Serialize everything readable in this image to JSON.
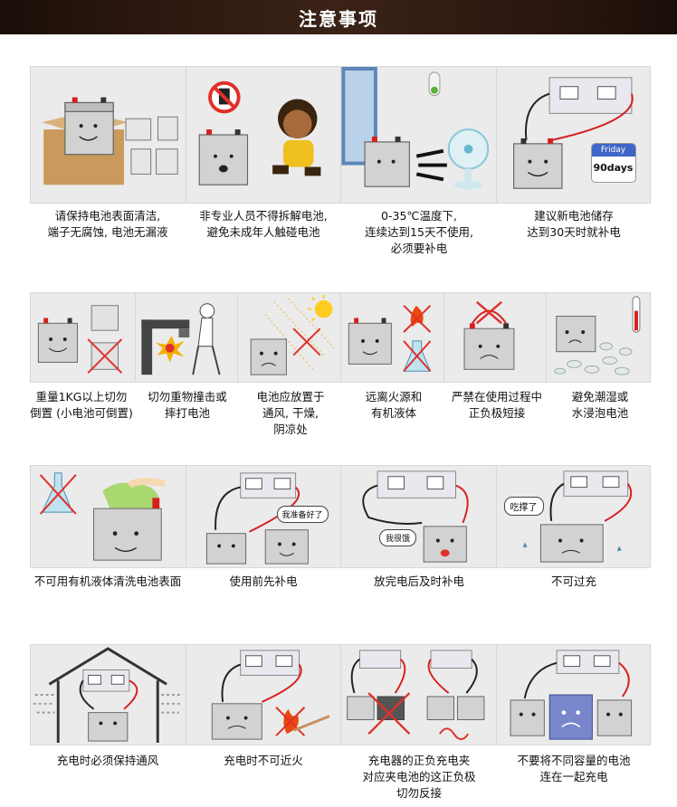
{
  "title": "注意事项",
  "row1": {
    "captions": [
      [
        "请保持电池表面清洁,",
        "端子无腐蚀, 电池无漏液"
      ],
      [
        "非专业人员不得拆解电池,",
        "避免未成年人触碰电池"
      ],
      [
        "0-35℃温度下,",
        "连续达到15天不使用,",
        "必须要补电"
      ],
      [
        "建议新电池储存",
        "达到30天时就补电"
      ]
    ],
    "calendar_day": "Friday",
    "calendar_days": "90days"
  },
  "row2": {
    "captions": [
      [
        "重量1KG以上切勿",
        "倒置 (小电池可倒置)"
      ],
      [
        "切勿重物撞击或",
        "摔打电池"
      ],
      [
        "电池应放置于",
        "通风, 干燥,",
        "阴凉处"
      ],
      [
        "远离火源和",
        "有机液体"
      ],
      [
        "严禁在使用过程中",
        "正负极短接"
      ],
      [
        "避免潮湿或",
        "水浸泡电池"
      ]
    ]
  },
  "row3": {
    "captions": [
      [
        "不可用有机液体清洗电池表面"
      ],
      [
        "使用前先补电"
      ],
      [
        "放完电后及时补电"
      ],
      [
        "不可过充"
      ]
    ],
    "bubble_ready": "我准备好了",
    "bubble_hungry": "我很饿",
    "bubble_full": "吃撑了"
  },
  "row4": {
    "captions": [
      [
        "充电时必须保持通风"
      ],
      [
        "充电时不可近火"
      ],
      [
        "充电器的正负充电夹",
        "对应夹电池的这正负极",
        "切勿反接"
      ],
      [
        "不要将不同容量的电池",
        "连在一起充电"
      ]
    ]
  },
  "colors": {
    "banner": "#2b1710",
    "battery_body": "#c8c8c8",
    "terminal_red": "#d62020",
    "charger": "#e8e8ee",
    "warning_red": "#e0302a"
  }
}
